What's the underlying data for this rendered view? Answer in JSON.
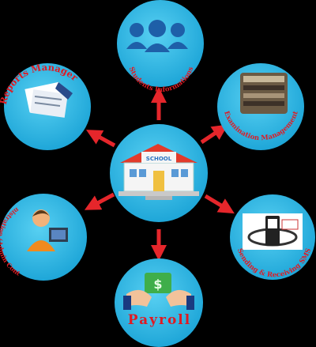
{
  "center": {
    "sign": "SCHOOL",
    "icon": "school-building-icon"
  },
  "modules": [
    {
      "key": "students",
      "label": "Students Informations",
      "icon": "students-group-icon"
    },
    {
      "key": "exam",
      "label": "Examination Management",
      "icon": "exam-hall-icon"
    },
    {
      "key": "sms",
      "label": "Sending & Receiving SMS",
      "icon": "mobile-phone-icon"
    },
    {
      "key": "payroll",
      "label": "Payroll",
      "icon": "money-hands-icon"
    },
    {
      "key": "admin",
      "label": "Administration (Admin Controls)",
      "icon": "admin-user-icon"
    },
    {
      "key": "reports",
      "label": "Reports Manager",
      "icon": "reports-papers-icon"
    }
  ],
  "colors": {
    "background": "#000000",
    "circle": "#2bb8e2",
    "arrow": "#e5262b",
    "label": "#e01a22"
  }
}
